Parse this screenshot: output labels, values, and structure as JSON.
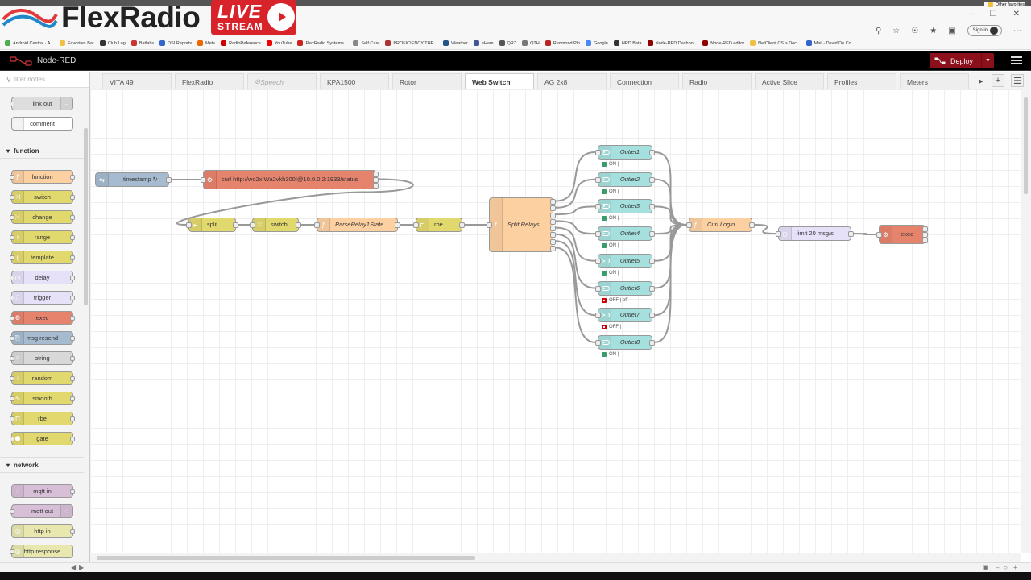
{
  "overlay": {
    "brand": "FlexRadio",
    "live": "LIVE",
    "stream": "STREAM"
  },
  "browser": {
    "signin": "Sign in",
    "bookmarks": [
      {
        "label": "Android Central · A...",
        "color": "#4caf50"
      },
      {
        "label": "Favorites Bar",
        "color": "#f0c040"
      },
      {
        "label": "Club Log",
        "color": "#333"
      },
      {
        "label": "Batlabs",
        "color": "#c33"
      },
      {
        "label": "DSLReports",
        "color": "#36c"
      },
      {
        "label": "Mets",
        "color": "#e60"
      },
      {
        "label": "RadioReference",
        "color": "#c00"
      },
      {
        "label": "YouTube",
        "color": "#e00"
      },
      {
        "label": "FlexRadio Systems...",
        "color": "#c22"
      },
      {
        "label": "Self Care",
        "color": "#888"
      },
      {
        "label": "PROFICIENCY THR...",
        "color": "#a33"
      },
      {
        "label": "Weather",
        "color": "#258"
      },
      {
        "label": "eHam",
        "color": "#459"
      },
      {
        "label": "QRZ",
        "color": "#555"
      },
      {
        "label": "QTH",
        "color": "#777"
      },
      {
        "label": "Redmond Plo",
        "color": "#b22"
      },
      {
        "label": "Google",
        "color": "#4a8af4"
      },
      {
        "label": "HRD Beta",
        "color": "#333"
      },
      {
        "label": "Node-RED Dashbo...",
        "color": "#8f0000"
      },
      {
        "label": "Node-RED editor",
        "color": "#8f0000"
      },
      {
        "label": "NetClient CS > Doc...",
        "color": "#f0c040"
      },
      {
        "label": "Mail - David De Co...",
        "color": "#36c"
      }
    ],
    "other_favorites": "Other favorites"
  },
  "header": {
    "title": "Node-RED",
    "deploy": "Deploy"
  },
  "palette": {
    "search_placeholder": "filter nodes",
    "categories": {
      "function": "function",
      "network": "network"
    },
    "top_nodes": [
      "link out",
      "comment"
    ],
    "function_nodes": [
      "function",
      "switch",
      "change",
      "range",
      "template",
      "delay",
      "trigger",
      "exec",
      "msg resend",
      "string",
      "random",
      "smooth",
      "rbe",
      "gate"
    ],
    "network_nodes": [
      "mqtt in",
      "mqtt out",
      "http in",
      "http response"
    ]
  },
  "tabs": [
    "VITA 49",
    "FlexRadio",
    "Speech",
    "KPA1500",
    "Rotor",
    "Web Switch",
    "AG 2x8",
    "Connection",
    "Radio",
    "Active Slice",
    "Profiles",
    "Meters"
  ],
  "active_tab": "Web Switch",
  "flow": {
    "timestamp": "timestamp ↻",
    "curl_status": "curl http://wo2x:Wa2vkh300!@10.0.0.2:1933/status",
    "split": "split",
    "switch": "switch",
    "parse": "ParseRelay1State",
    "rbe": "rbe",
    "split_relays": "Split Relays",
    "outlets": [
      {
        "name": "Outlet1",
        "status": "ON |",
        "state": "on"
      },
      {
        "name": "Outlet2",
        "status": "ON |",
        "state": "on"
      },
      {
        "name": "Outlet3",
        "status": "ON |",
        "state": "on"
      },
      {
        "name": "Outlet4",
        "status": "ON |",
        "state": "on"
      },
      {
        "name": "Outlet5",
        "status": "ON |",
        "state": "on"
      },
      {
        "name": "Outlet6",
        "status": "OFF | off",
        "state": "off"
      },
      {
        "name": "Outlet7",
        "status": "OFF |",
        "state": "off"
      },
      {
        "name": "Outlet8",
        "status": "ON |",
        "state": "on"
      }
    ],
    "curl_login": "Curl Login",
    "limit": "limit 20 msg/s",
    "exec": "exec"
  },
  "colors": {
    "function": "#fdd0a2",
    "switch": "#e2d96e",
    "exec": "#e6836d",
    "outlet": "#a6e0de",
    "inject": "#a6bbcf",
    "delay": "#e6e0f8",
    "msgresend": "#a6bbcf",
    "string": "#d8d8d8",
    "mqtt": "#d8bfd8",
    "http": "#e7e7ae",
    "comment": "#ffffff",
    "link": "#dddddd",
    "status_on": "#3a9c6a",
    "status_off": "#c00",
    "deploy": "#8c101c"
  }
}
